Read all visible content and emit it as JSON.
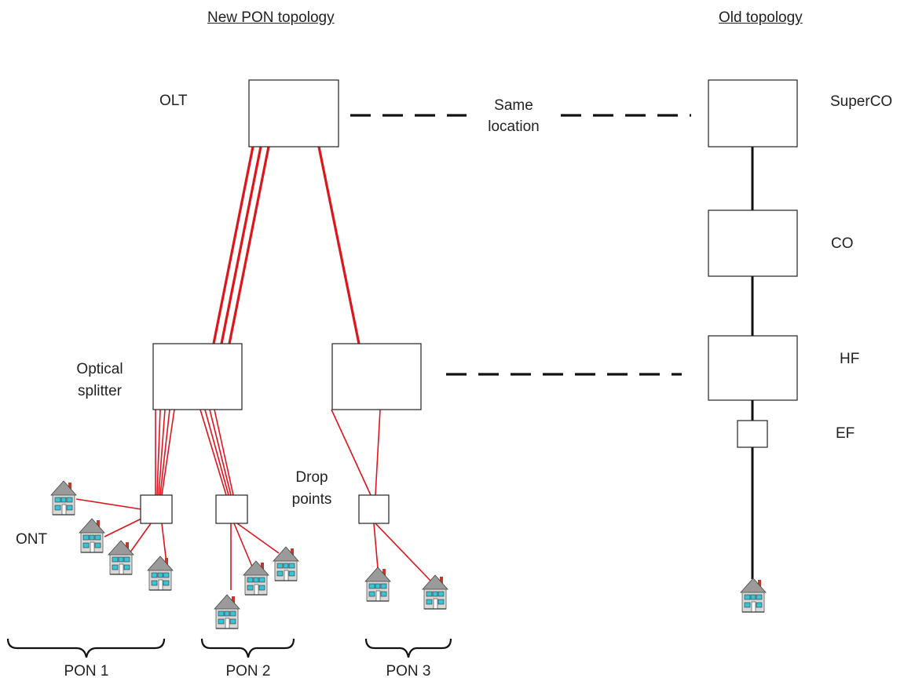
{
  "titles": {
    "new_topology": "New PON topology",
    "old_topology": "Old topology"
  },
  "new_topology": {
    "olt": "OLT",
    "optical_splitter": "Optical\nsplitter",
    "drop_points": "Drop\npoints",
    "ont": "ONT",
    "same_location": "Same\nlocation",
    "pon_groups": [
      "PON 1",
      "PON 2",
      "PON 3"
    ]
  },
  "old_topology": {
    "super_co": "SuperCO",
    "co": "CO",
    "hf": "HF",
    "ef": "EF"
  },
  "colors": {
    "fiber": "#e0141b",
    "copper": "#111111",
    "house_wall": "#d9d9d9",
    "house_roof": "#9a9a9a",
    "house_window": "#39c4d6",
    "house_chimney": "#c0392b"
  },
  "icons": {
    "house": "house-icon"
  }
}
